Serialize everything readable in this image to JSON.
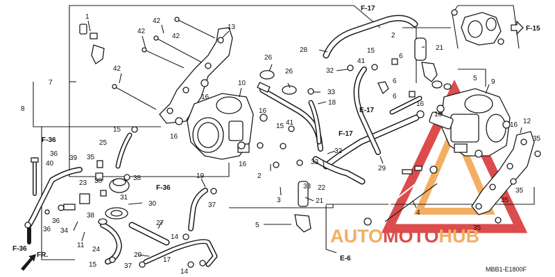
{
  "diagram_code": "MBB1-E1800F",
  "watermark": {
    "word_part1": "AUTO",
    "word_part2": "MOTO",
    "word_part3": "HUB",
    "color_red": "#d62d2d",
    "color_orange": "#f2a14a"
  },
  "part_labels": [
    {
      "id": "p1",
      "text": "1"
    },
    {
      "id": "p2a",
      "text": "2"
    },
    {
      "id": "p2b",
      "text": "2"
    },
    {
      "id": "p3",
      "text": "3"
    },
    {
      "id": "p4",
      "text": "4"
    },
    {
      "id": "p5a",
      "text": "5"
    },
    {
      "id": "p5b",
      "text": "5"
    },
    {
      "id": "p6a",
      "text": "6"
    },
    {
      "id": "p6b",
      "text": "6"
    },
    {
      "id": "p6c",
      "text": "6"
    },
    {
      "id": "p7",
      "text": "7"
    },
    {
      "id": "p8",
      "text": "8"
    },
    {
      "id": "p9",
      "text": "9"
    },
    {
      "id": "p10",
      "text": "10"
    },
    {
      "id": "p11",
      "text": "11"
    },
    {
      "id": "p12",
      "text": "12"
    },
    {
      "id": "p13",
      "text": "13"
    },
    {
      "id": "p14a",
      "text": "14"
    },
    {
      "id": "p14b",
      "text": "14"
    },
    {
      "id": "p15a",
      "text": "15"
    },
    {
      "id": "p15b",
      "text": "15"
    },
    {
      "id": "p15c",
      "text": "15"
    },
    {
      "id": "p15d",
      "text": "15"
    },
    {
      "id": "p16a",
      "text": "16"
    },
    {
      "id": "p16b",
      "text": "16"
    },
    {
      "id": "p16c",
      "text": "16"
    },
    {
      "id": "p16d",
      "text": "16"
    },
    {
      "id": "p16e",
      "text": "16"
    },
    {
      "id": "p16f",
      "text": "16"
    },
    {
      "id": "p16g",
      "text": "16"
    },
    {
      "id": "p17",
      "text": "17"
    },
    {
      "id": "p18",
      "text": "18"
    },
    {
      "id": "p19",
      "text": "19"
    },
    {
      "id": "p20",
      "text": "20"
    },
    {
      "id": "p21a",
      "text": "21"
    },
    {
      "id": "p21b",
      "text": "21"
    },
    {
      "id": "p22",
      "text": "22"
    },
    {
      "id": "p23",
      "text": "23"
    },
    {
      "id": "p24",
      "text": "24"
    },
    {
      "id": "p25",
      "text": "25"
    },
    {
      "id": "p26a",
      "text": "26"
    },
    {
      "id": "p26b",
      "text": "26"
    },
    {
      "id": "p27",
      "text": "27"
    },
    {
      "id": "p28",
      "text": "28"
    },
    {
      "id": "p29",
      "text": "29"
    },
    {
      "id": "p30",
      "text": "30"
    },
    {
      "id": "p31",
      "text": "31"
    },
    {
      "id": "p32a",
      "text": "32"
    },
    {
      "id": "p32b",
      "text": "32"
    },
    {
      "id": "p33a",
      "text": "33"
    },
    {
      "id": "p33b",
      "text": "33"
    },
    {
      "id": "p33c",
      "text": "33"
    },
    {
      "id": "p34",
      "text": "34"
    },
    {
      "id": "p35a",
      "text": "35"
    },
    {
      "id": "p35b",
      "text": "35"
    },
    {
      "id": "p35c",
      "text": "35"
    },
    {
      "id": "p35d",
      "text": "35"
    },
    {
      "id": "p35e",
      "text": "35"
    },
    {
      "id": "p36a",
      "text": "36"
    },
    {
      "id": "p36b",
      "text": "36"
    },
    {
      "id": "p36c",
      "text": "36"
    },
    {
      "id": "p37a",
      "text": "37"
    },
    {
      "id": "p37b",
      "text": "37"
    },
    {
      "id": "p38a",
      "text": "38"
    },
    {
      "id": "p38b",
      "text": "38"
    },
    {
      "id": "p38c",
      "text": "38"
    },
    {
      "id": "p39",
      "text": "39"
    },
    {
      "id": "p40",
      "text": "40"
    },
    {
      "id": "p41a",
      "text": "41"
    },
    {
      "id": "p41b",
      "text": "41"
    },
    {
      "id": "p42a",
      "text": "42"
    },
    {
      "id": "p42b",
      "text": "42"
    },
    {
      "id": "p42c",
      "text": "42"
    },
    {
      "id": "p42d",
      "text": "42"
    }
  ],
  "reference_labels": [
    {
      "id": "rF17a",
      "text": "F-17"
    },
    {
      "id": "rF15",
      "text": "F-15"
    },
    {
      "id": "rE17",
      "text": "E-17"
    },
    {
      "id": "rF17b",
      "text": "F-17"
    },
    {
      "id": "rF36a",
      "text": "F-36"
    },
    {
      "id": "rF36b",
      "text": "F-36"
    },
    {
      "id": "rF36c",
      "text": "F-36"
    },
    {
      "id": "rE6",
      "text": "E-6"
    }
  ],
  "fr_label": "FR."
}
